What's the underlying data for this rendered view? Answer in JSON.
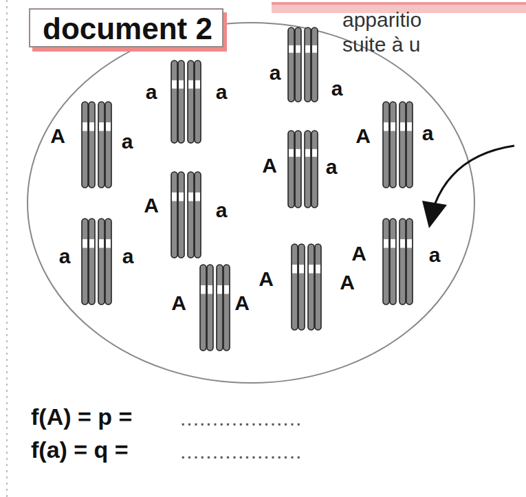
{
  "diagram": {
    "nodes": [
      {
        "text": [
          "document 2"
        ]
      }
    ],
    "labels": [
      "apparitio",
      "suite à u",
      "a",
      "a",
      "a",
      "a",
      "A",
      "a",
      "A",
      "a",
      "A",
      "a",
      "A",
      "a",
      "a",
      "a",
      "A",
      "a",
      "A",
      "A",
      "A",
      "A",
      "f(A) = p =",
      "...................",
      "f(a)  = q =",
      "..................."
    ]
  }
}
